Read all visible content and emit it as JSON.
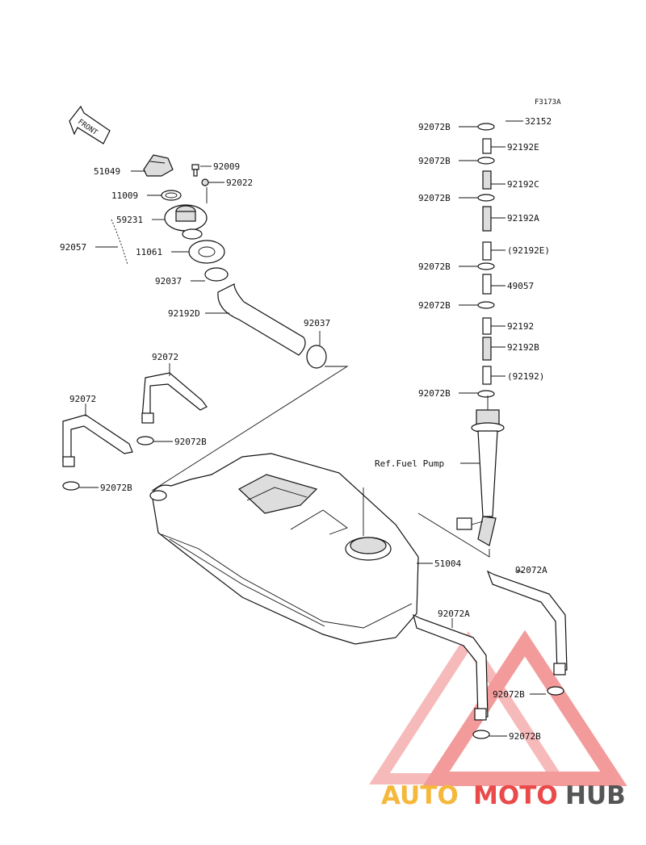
{
  "diagram": {
    "code": "F3173A",
    "front_label": "FRONT",
    "parts": {
      "p51049": "51049",
      "p92009": "92009",
      "p92022": "92022",
      "p11009": "11009",
      "p59231": "59231",
      "p92057": "92057",
      "p11061": "11061",
      "p92037a": "92037",
      "p92192D": "92192D",
      "p92037b": "92037",
      "p92072a": "92072",
      "p92072b": "92072",
      "p92072B_l1": "92072B",
      "p92072B_l2": "92072B",
      "p51004": "51004",
      "p92072A_1": "92072A",
      "p92072A_2": "92072A",
      "p92072B_r1": "92072B",
      "p92072B_r2": "92072B",
      "p32152": "32152",
      "p92072B_c1": "92072B",
      "p92192E": "92192E",
      "p92072B_c2": "92072B",
      "p92192C": "92192C",
      "p92072B_c3": "92072B",
      "p92192A": "92192A",
      "p92192E_ref": "(92192E)",
      "p92072B_c4": "92072B",
      "p49057": "49057",
      "p92072B_c5": "92072B",
      "p92192": "92192",
      "p92192B": "92192B",
      "p92192_ref": "(92192)",
      "p92072B_c6": "92072B",
      "ref_fuel_pump": "Ref.Fuel Pump"
    }
  },
  "watermark": {
    "part1": "AUTO",
    "part2": "MOTO",
    "part3": "HUB",
    "colors": {
      "auto": "#f5b83c",
      "moto": "#ea4a4a",
      "hub": "#555555"
    }
  }
}
